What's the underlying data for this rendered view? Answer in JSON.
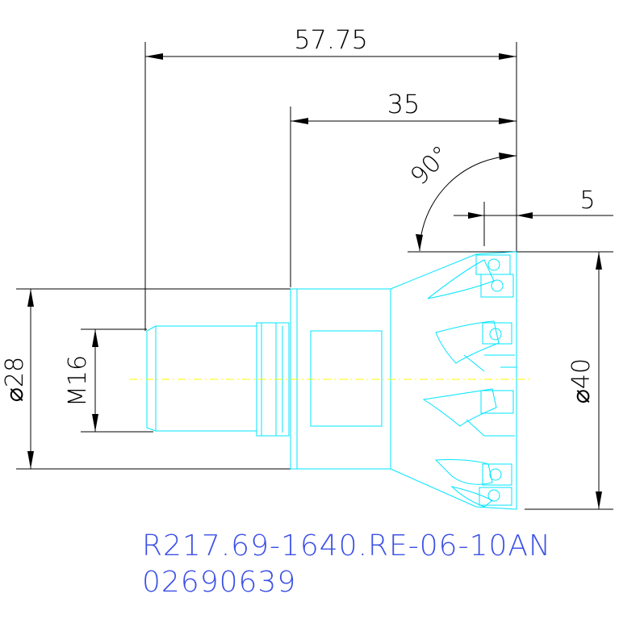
{
  "drawing": {
    "colors": {
      "dimension": "#000000",
      "part_outline": "#00e5ff",
      "center_line": "#ffff00",
      "title_text": "#3c50e6"
    },
    "dimensions": {
      "overall_length": "57.75",
      "head_length": "35",
      "angle": "90°",
      "edge_offset": "5",
      "shank_diameter": "⌀28",
      "thread": "M16",
      "cutter_diameter": "⌀40"
    },
    "title_block": {
      "part_number": "R217.69-1640.RE-06-10AN",
      "item_code": "02690639"
    }
  }
}
